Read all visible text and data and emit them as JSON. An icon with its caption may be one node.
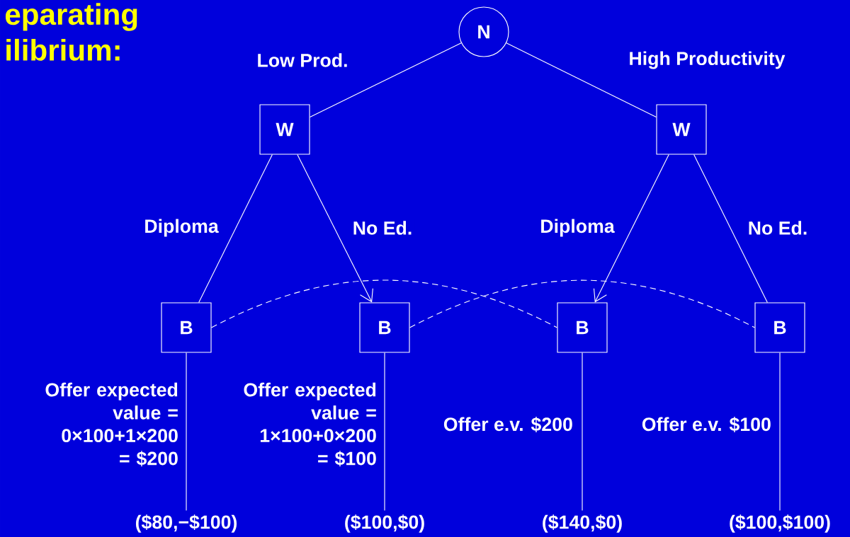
{
  "diagram": {
    "title": "eparating ilibrium:",
    "nodes": [
      {
        "text": [
          "N"
        ]
      },
      {
        "text": [
          "W"
        ]
      },
      {
        "text": [
          "W"
        ]
      },
      {
        "text": [
          "B"
        ]
      },
      {
        "text": [
          "B"
        ]
      },
      {
        "text": [
          "B"
        ]
      },
      {
        "text": [
          "B"
        ]
      },
      {
        "text": [
          "($80,−$100)"
        ]
      },
      {
        "text": [
          "($100,$0)"
        ]
      },
      {
        "text": [
          "($140,$0)"
        ]
      },
      {
        "text": [
          "($100,$100)"
        ]
      }
    ],
    "edges": [
      {
        "from": 0,
        "to": 1,
        "arrow": "none",
        "label": "Low Prod."
      },
      {
        "from": 0,
        "to": 2,
        "arrow": "none",
        "label": "High Productivity"
      },
      {
        "from": 1,
        "to": 3,
        "arrow": "none",
        "label": "Diploma"
      },
      {
        "from": 1,
        "to": 4,
        "arrow": "to",
        "label": "No Ed."
      },
      {
        "from": 2,
        "to": 5,
        "arrow": "to",
        "label": "Diploma"
      },
      {
        "from": 2,
        "to": 6,
        "arrow": "none",
        "label": "No Ed."
      },
      {
        "from": 3,
        "to": 5,
        "arrow": "none",
        "style": "dashed"
      },
      {
        "from": 4,
        "to": 6,
        "arrow": "none",
        "style": "dashed"
      },
      {
        "from": 3,
        "to": 7,
        "arrow": "none",
        "label": "Offer expected value = 0×100+1×200 = $200"
      },
      {
        "from": 4,
        "to": 8,
        "arrow": "none",
        "label": "Offer expected value = 1×100+0×200 = $100"
      },
      {
        "from": 5,
        "to": 9,
        "arrow": "none",
        "label": "Offer e.v. $200"
      },
      {
        "from": 6,
        "to": 10,
        "arrow": "none",
        "label": "Offer e.v. $100"
      }
    ]
  }
}
